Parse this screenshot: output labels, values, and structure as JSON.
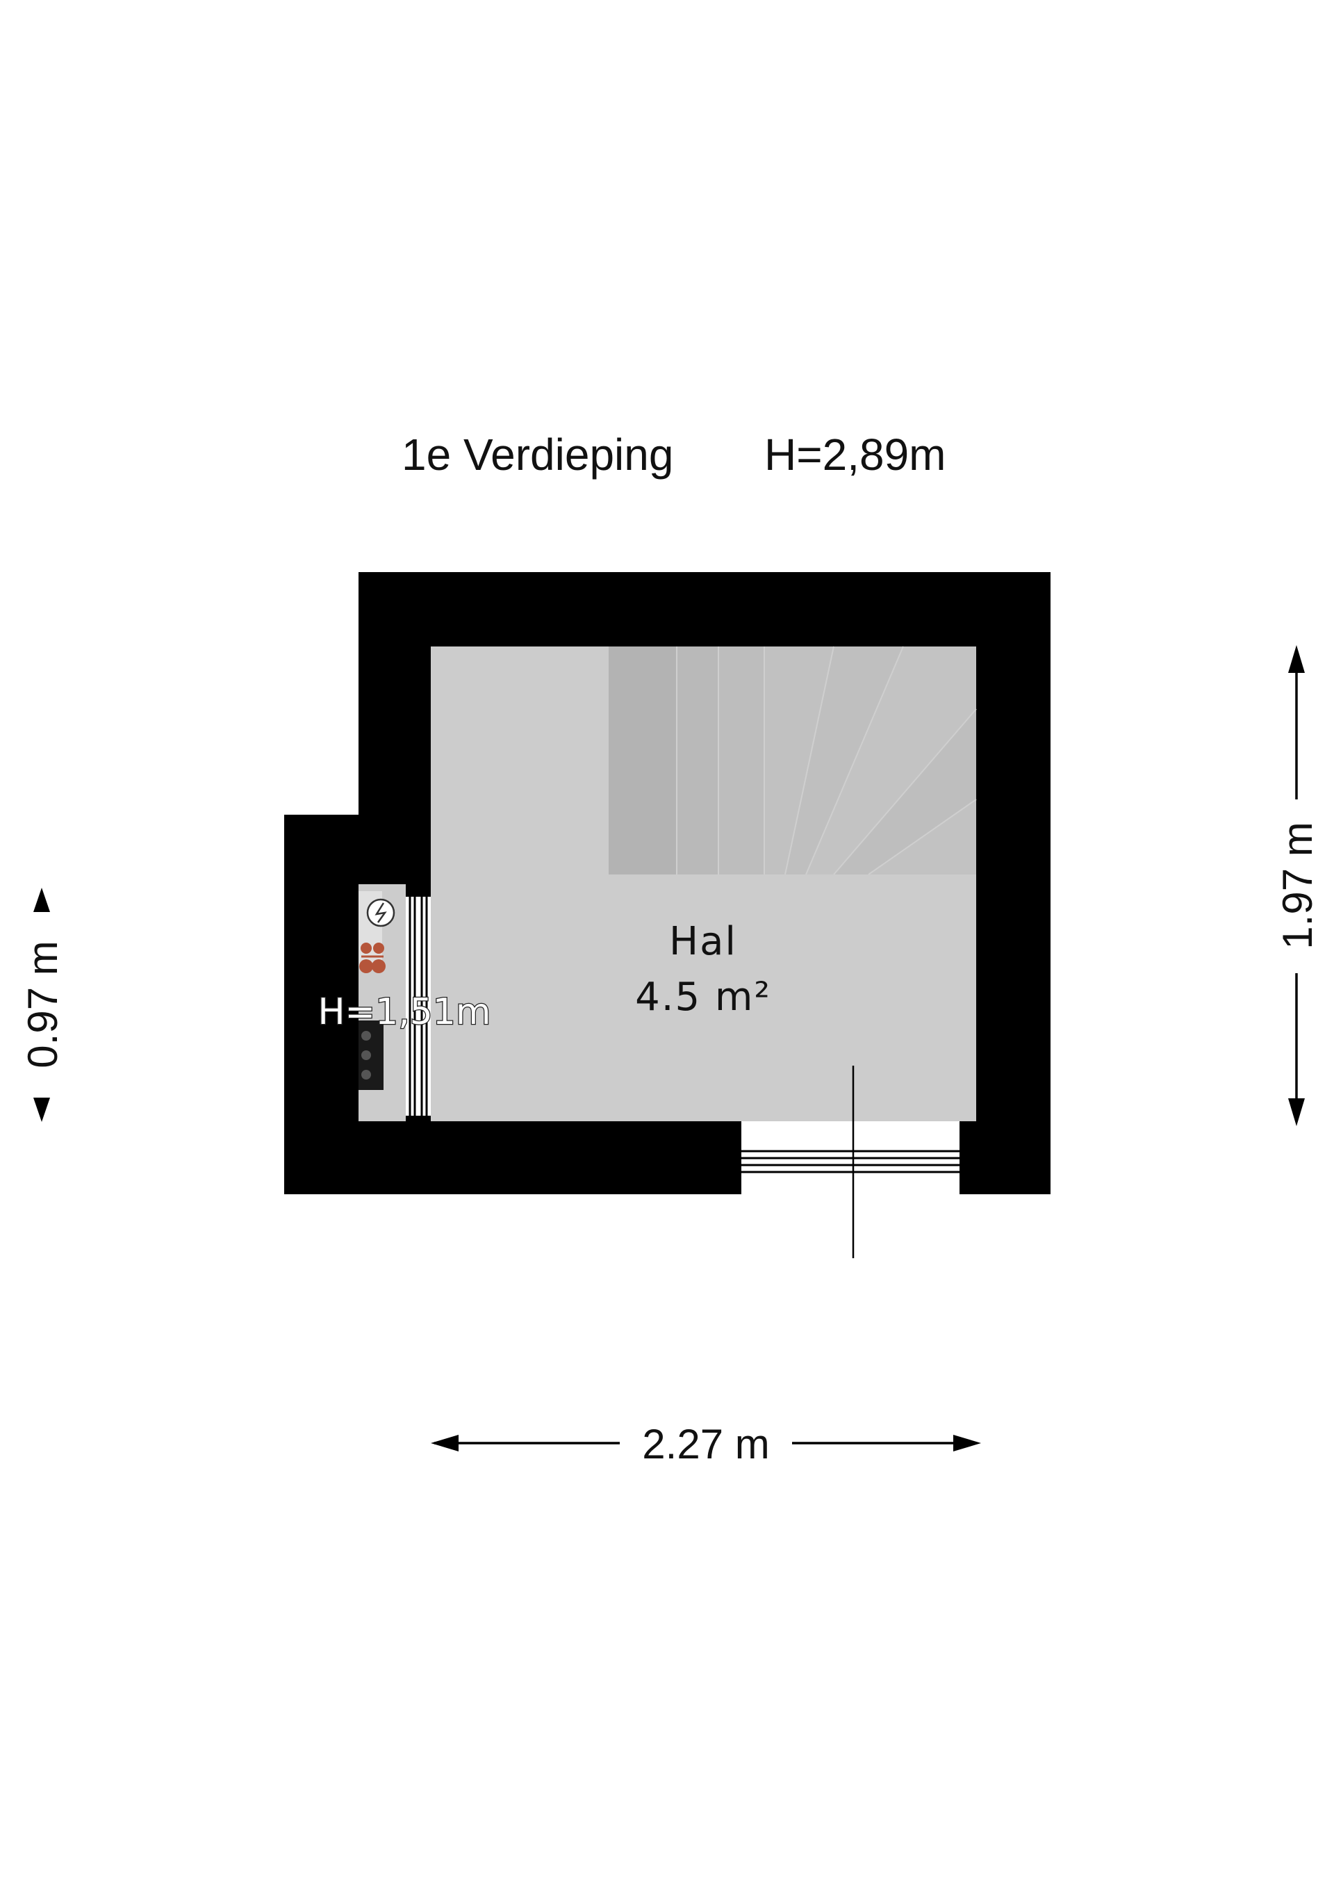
{
  "floor": {
    "name": "1e Verdieping",
    "height": "H=2,89m"
  },
  "room": {
    "name": "Hal",
    "area": "4.5 m²"
  },
  "alcove": {
    "height": "H=1,51m"
  },
  "dimensions": {
    "width": "2.27 m",
    "right_height": "1.97 m",
    "left_height": "0.97 m"
  },
  "icons": {
    "meter": "electric-meter-icon",
    "valves": "gas-valves-icon",
    "outlets": "outlet-strip-icon",
    "stairs": "staircase-icon",
    "window": "window-icon",
    "door": "door-icon"
  },
  "colors": {
    "wall": "#000000",
    "floor": "#cccccc",
    "stairs": "#b5b5b5",
    "valve": "#b5553a"
  }
}
